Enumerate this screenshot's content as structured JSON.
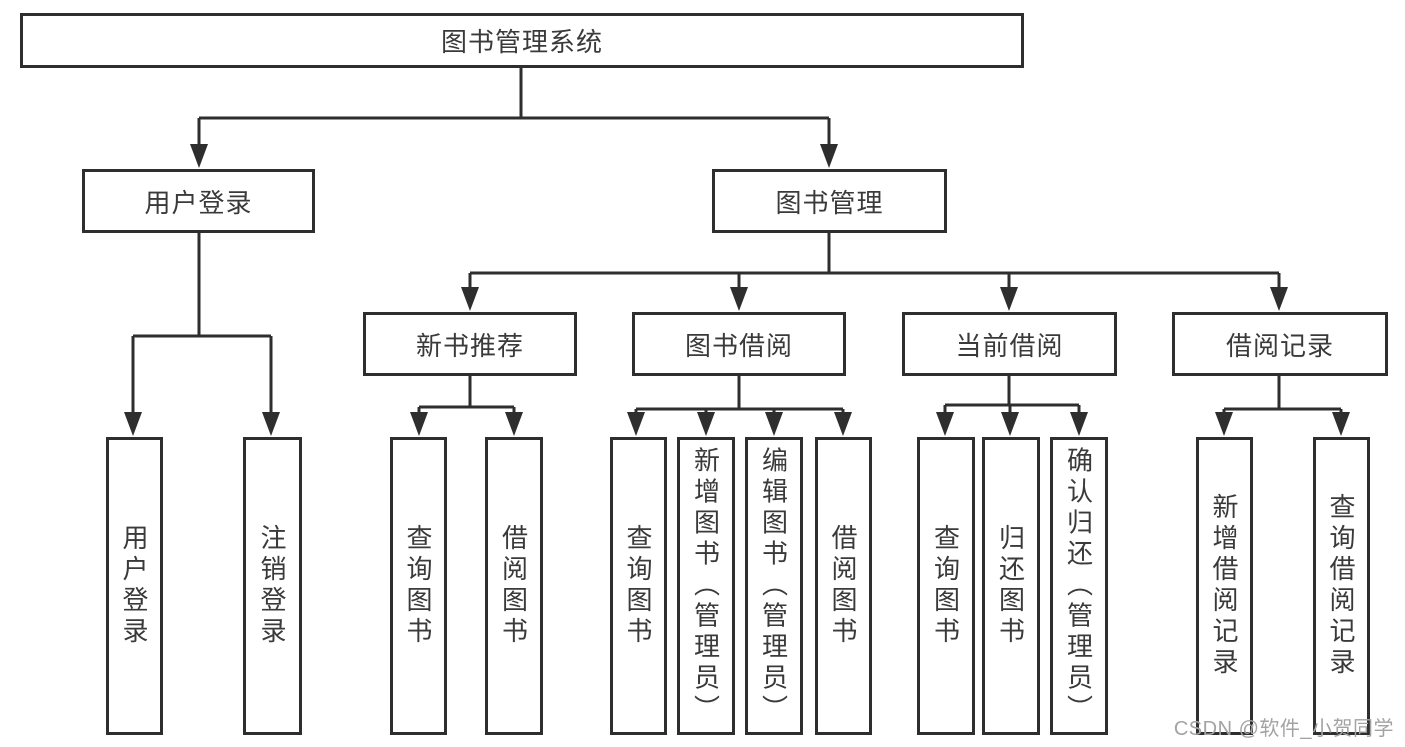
{
  "diagram": {
    "watermark": "CSDN @软件_小贺同学",
    "colors": {
      "line": "#2e2e2e",
      "text": "#3a3a3a",
      "watermark": "#a3a3a3",
      "background": "#ffffff"
    }
  },
  "tree": {
    "root": {
      "label": "图书管理系统",
      "children": [
        {
          "label": "用户登录",
          "children": [
            {
              "label": "用户登录"
            },
            {
              "label": "注销登录"
            }
          ]
        },
        {
          "label": "图书管理",
          "children": [
            {
              "label": "新书推荐",
              "children": [
                {
                  "label": "查询图书"
                },
                {
                  "label": "借阅图书"
                }
              ]
            },
            {
              "label": "图书借阅",
              "children": [
                {
                  "label": "查询图书"
                },
                {
                  "label": "新增图书（管理员）"
                },
                {
                  "label": "编辑图书（管理员）"
                },
                {
                  "label": "借阅图书"
                }
              ]
            },
            {
              "label": "当前借阅",
              "children": [
                {
                  "label": "查询图书"
                },
                {
                  "label": "归还图书"
                },
                {
                  "label": "确认归还（管理员）"
                }
              ]
            },
            {
              "label": "借阅记录",
              "children": [
                {
                  "label": "新增借阅记录"
                },
                {
                  "label": "查询借阅记录"
                }
              ]
            }
          ]
        }
      ]
    }
  }
}
